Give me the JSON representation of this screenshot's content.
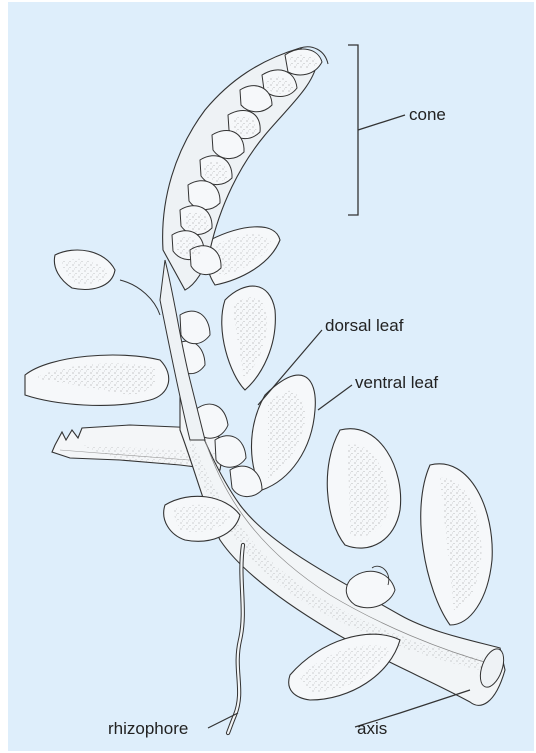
{
  "figure": {
    "subject": "Selaginella shoot with cone",
    "background_color": "#deeefb",
    "ink_color": "#333333",
    "labels": {
      "cone": "cone",
      "dorsal_leaf": "dorsal leaf",
      "ventral_leaf": "ventral leaf",
      "rhizophore": "rhizophore",
      "axis": "axis"
    }
  }
}
